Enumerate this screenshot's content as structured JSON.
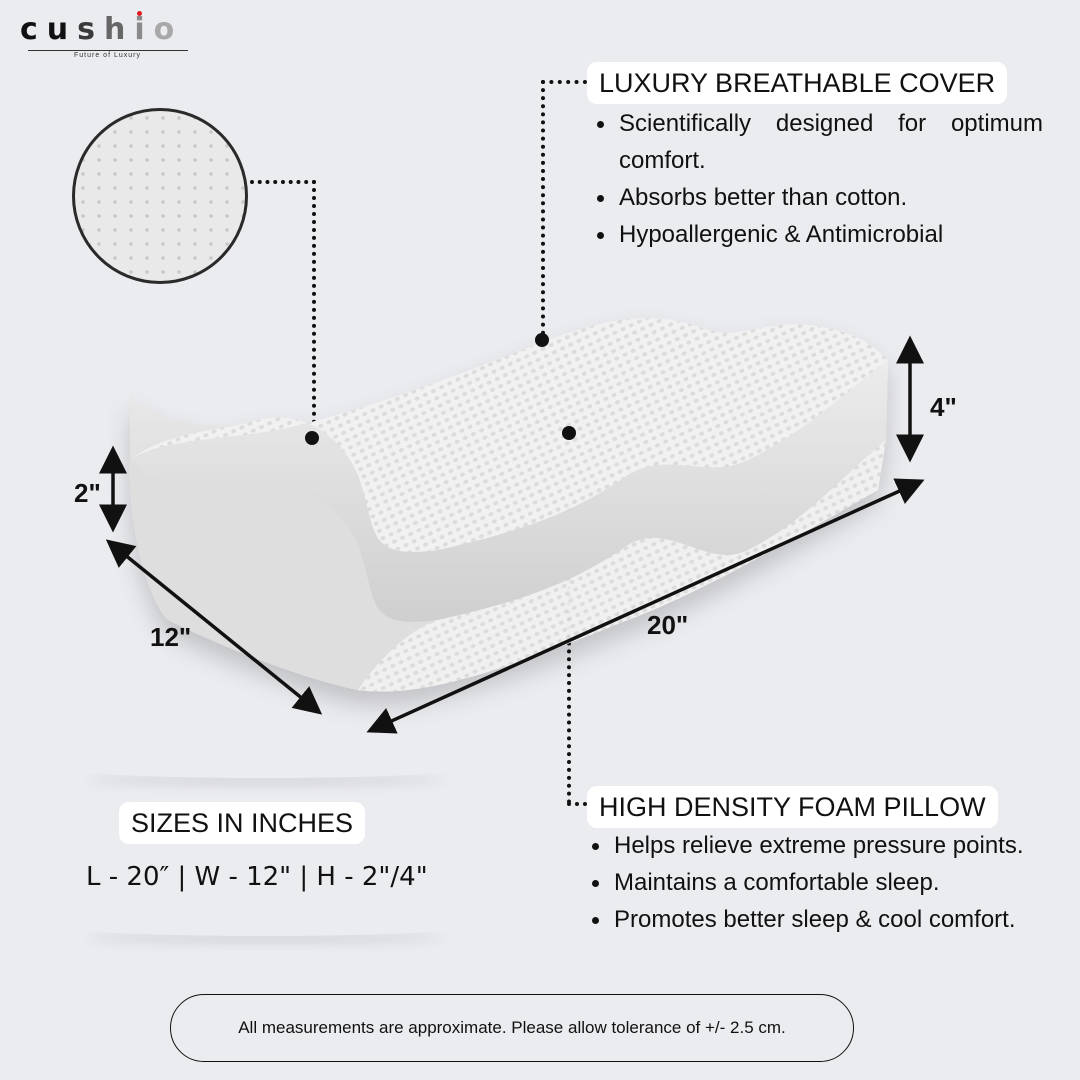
{
  "brand": {
    "letters": [
      "c",
      "u",
      "s",
      "h",
      "i",
      "o"
    ],
    "tagline": "Future of Luxury",
    "accent_color": "#e01b24"
  },
  "callouts": {
    "cover": {
      "title": "LUXURY BREATHABLE COVER",
      "bullets": [
        "Scientifically designed for optimum comfort.",
        "Absorbs better than cotton.",
        "Hypoallergenic & Antimicrobial"
      ]
    },
    "foam": {
      "title": "HIGH DENSITY FOAM PILLOW",
      "bullets": [
        "Helps relieve extreme pressure points.",
        "Maintains a comfortable sleep.",
        "Promotes better sleep & cool comfort."
      ]
    }
  },
  "dimensions": {
    "height_low": "2\"",
    "height_high": "4\"",
    "width": "12\"",
    "length": "20\""
  },
  "sizes": {
    "title": "SIZES IN INCHES",
    "line": "L - 20″ | W - 12\" | H - 2\"/4\""
  },
  "note": "All measurements are approximate. Please allow tolerance of +/- 2.5 cm.",
  "colors": {
    "background": "#ebecf0",
    "text": "#111111",
    "pill_bg": "#ffffff"
  }
}
